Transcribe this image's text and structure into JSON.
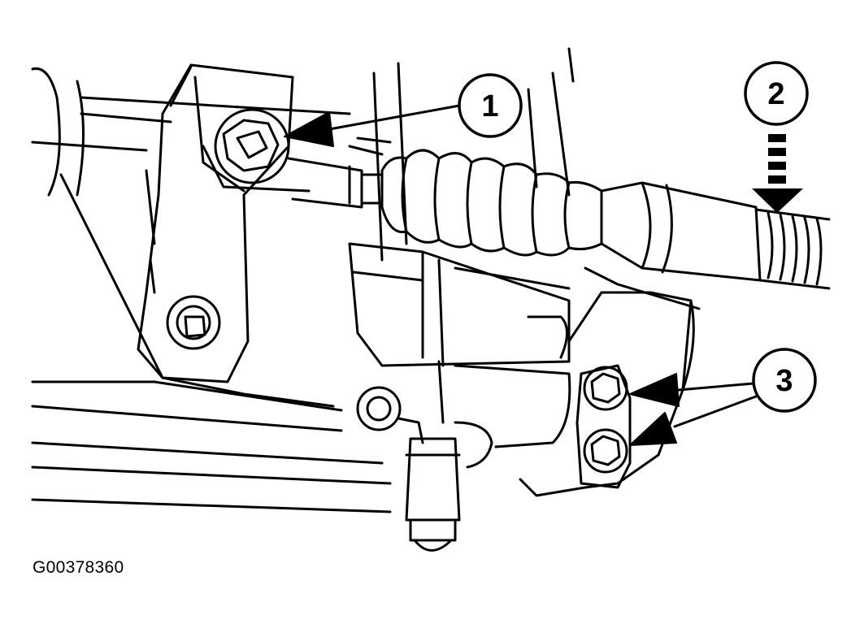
{
  "figure": {
    "id_label": "G00378360",
    "callouts": [
      {
        "number": "1"
      },
      {
        "number": "2"
      },
      {
        "number": "3"
      }
    ]
  },
  "colors": {
    "ink": "#000000",
    "paper": "#ffffff"
  }
}
